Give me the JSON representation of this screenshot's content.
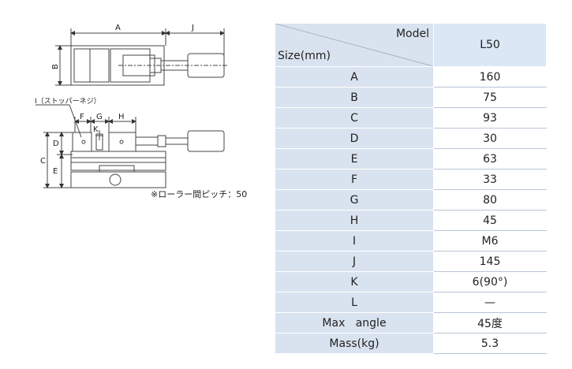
{
  "drawing": {
    "dim_labels": {
      "A": "A",
      "J": "J",
      "B": "B",
      "F": "F",
      "G": "G",
      "H": "H",
      "K": "K",
      "C": "C",
      "D": "D",
      "E": "E"
    },
    "stopper_note": "I（ストッパーネジ）",
    "roller_note": "※ローラー間ピッチ：50"
  },
  "table": {
    "header": {
      "model_label": "Model",
      "size_label": "Size(mm)",
      "model_value": "L50"
    },
    "rows": [
      {
        "label": "A",
        "value": "160"
      },
      {
        "label": "B",
        "value": "75"
      },
      {
        "label": "C",
        "value": "93"
      },
      {
        "label": "D",
        "value": "30"
      },
      {
        "label": "E",
        "value": "63"
      },
      {
        "label": "F",
        "value": "33"
      },
      {
        "label": "G",
        "value": "80"
      },
      {
        "label": "H",
        "value": "45"
      },
      {
        "label": "I",
        "value": "M6"
      },
      {
        "label": "J",
        "value": "145"
      },
      {
        "label": "K",
        "value": "6(90°)"
      },
      {
        "label": "L",
        "value": "—"
      },
      {
        "label": "Max   angle",
        "value": "45度"
      },
      {
        "label": "Mass(kg)",
        "value": "5.3"
      }
    ]
  }
}
